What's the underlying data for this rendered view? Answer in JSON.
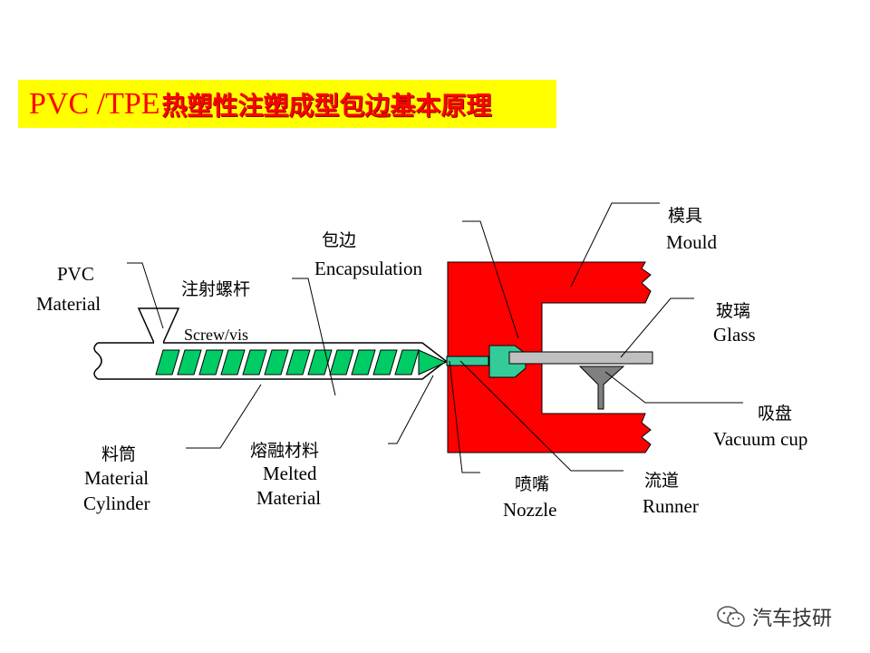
{
  "title": {
    "latin": "PVC /TPE",
    "cjk": "热塑性注塑成型包边基本原理"
  },
  "labels": {
    "pvc_material": [
      "PVC",
      "Material"
    ],
    "screw": [
      "注射螺杆",
      "Screw/vis"
    ],
    "encapsulation": [
      "包边",
      "Encapsulation"
    ],
    "mould": [
      "模具",
      "Mould"
    ],
    "glass": [
      "玻璃",
      "Glass"
    ],
    "vacuum_cup": [
      "吸盘",
      "Vacuum cup"
    ],
    "material_cylinder": [
      "料筒",
      "Material",
      "Cylinder"
    ],
    "melted_material": [
      "熔融材料",
      "Melted",
      "Material"
    ],
    "nozzle": [
      "喷嘴",
      "Nozzle"
    ],
    "runner": [
      "流道",
      "Runner"
    ]
  },
  "watermark": "汽车技研",
  "colors": {
    "title_bg": "#ffff00",
    "title_text": "#ff0000",
    "mould": "#ff0000",
    "screw": "#00cc66",
    "encapsulation": "#33cc99",
    "glass": "#c0c0c0",
    "vacuum_cup": "#808080"
  }
}
